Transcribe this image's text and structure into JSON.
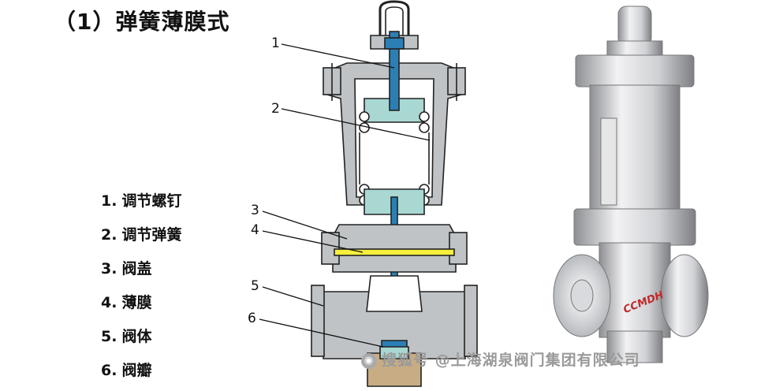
{
  "title": "（1）弹簧薄膜式",
  "legend": [
    {
      "num": "1.",
      "label": "调节螺钉"
    },
    {
      "num": "2.",
      "label": "调节弹簧"
    },
    {
      "num": "3.",
      "label": "阀盖"
    },
    {
      "num": "4.",
      "label": "薄膜"
    },
    {
      "num": "5.",
      "label": "阀体"
    },
    {
      "num": "6.",
      "label": "阀瓣"
    }
  ],
  "callouts": [
    "1",
    "2",
    "3",
    "4",
    "5",
    "6"
  ],
  "product_marking": "CCMDH",
  "watermark": "搜狐号 @上海湖泉阀门集团有限公司",
  "colors": {
    "body_gray": "#bfc3c6",
    "steel_blue": "#2c7fb5",
    "mint": "#a9d8d3",
    "diaphragm_yellow": "#f6ef3d",
    "valve_disc_tan": "#c8ad84",
    "product_red": "#c0282b"
  }
}
